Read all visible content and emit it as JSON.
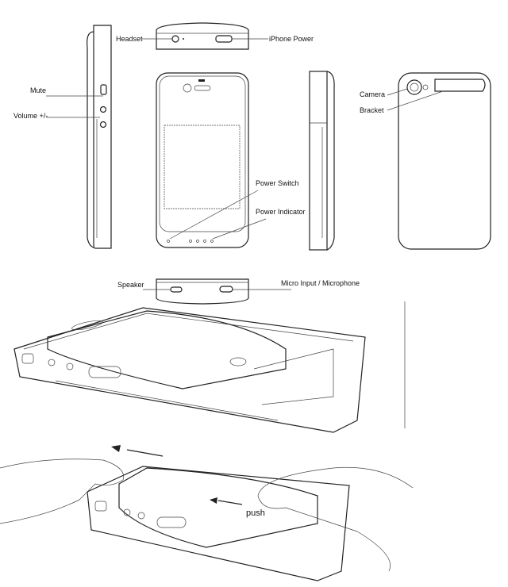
{
  "labels": {
    "headset": "Headset",
    "iphone_power": "iPhone Power",
    "mute": "Mute",
    "volume": "Volume +/-",
    "camera": "Camera",
    "bracket": "Bracket",
    "power_switch": "Power Switch",
    "power_indicator": "Power Indicator",
    "speaker": "Speaker",
    "micro_input": "Micro Input / Microphone",
    "push": "push"
  }
}
